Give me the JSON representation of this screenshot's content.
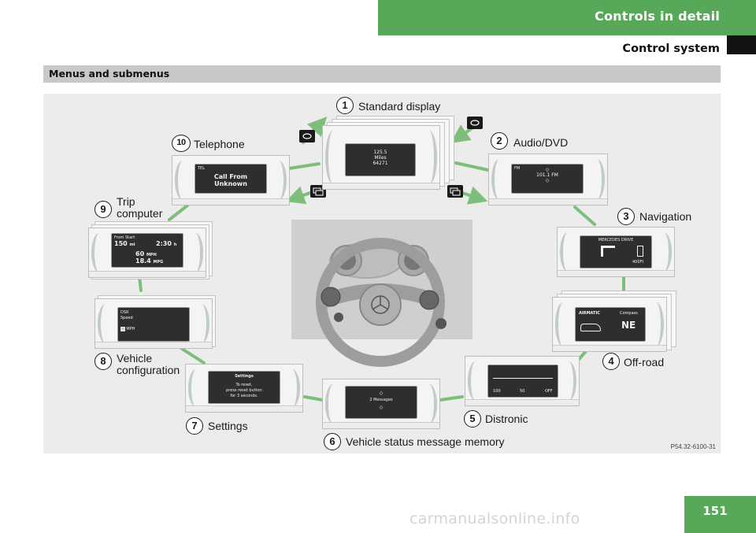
{
  "header": {
    "chapter": "Controls in detail",
    "section": "Control system",
    "subsection": "Menus and submenus"
  },
  "figure": {
    "reference": "P54.32-6100-31",
    "items": [
      {
        "num": "1",
        "label": "Standard display"
      },
      {
        "num": "2",
        "label": "Audio/DVD"
      },
      {
        "num": "3",
        "label": "Navigation"
      },
      {
        "num": "4",
        "label": "Off-road"
      },
      {
        "num": "5",
        "label": "Distronic"
      },
      {
        "num": "6",
        "label": "Vehicle status message memory"
      },
      {
        "num": "7",
        "label": "Settings"
      },
      {
        "num": "8",
        "label_1": "Vehicle",
        "label_2": "configuration"
      },
      {
        "num": "9",
        "label_1": "Trip",
        "label_2": "computer"
      },
      {
        "num": "10",
        "label": "Telephone"
      }
    ],
    "screens": {
      "standard": {
        "line1": "125.5",
        "line2": "Miles",
        "line3": "64271"
      },
      "audio": {
        "tag": "FM",
        "freq": "101.1 FM"
      },
      "navigation": {
        "title": "MERCEDES DRIVE",
        "distance": "400Ft"
      },
      "offroad": {
        "title": "AIRMATIC",
        "subtitle": "Compass",
        "heading": "NE"
      },
      "distronic": {
        "t1": "100",
        "t2": "50",
        "t3": "OFF"
      },
      "status": {
        "text": "2 Messages"
      },
      "settings": {
        "title": "Settings",
        "l1": "To reset,",
        "l2": "press reset button",
        "l3": "for 3 seconds."
      },
      "vehicle": {
        "l1": "DSR",
        "l2": "Speed",
        "value": "-",
        "unit": "MPH"
      },
      "trip": {
        "heading": "From Start",
        "dist": "150",
        "dist_unit": "mi",
        "time": "2:30",
        "time_unit": "h",
        "speed": "60",
        "speed_unit": "MPH",
        "economy": "18.4",
        "economy_unit": "MPG"
      },
      "telephone": {
        "tag": "TEL",
        "l1": "Call From",
        "l2": "Unknown"
      }
    }
  },
  "footer": {
    "page": "151",
    "watermark": "carmanualsonline.info"
  },
  "colors": {
    "accent": "#58a85a",
    "arrow": "#7dbf7a",
    "figure_bg": "#ececec"
  }
}
